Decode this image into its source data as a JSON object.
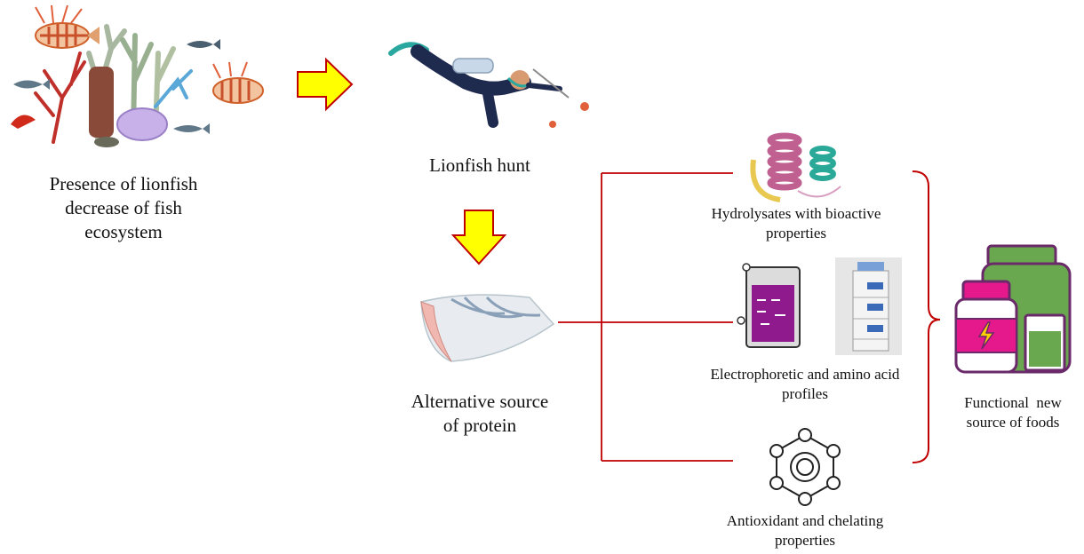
{
  "stages": {
    "ecosystem": {
      "line1": "Presence of lionfish",
      "line2": "decrease of fish",
      "line3": "ecosystem"
    },
    "hunt": {
      "label": "Lionfish hunt"
    },
    "protein": {
      "line1": "Alternative source",
      "line2": "of protein"
    }
  },
  "properties": {
    "hydrolysates": {
      "line1": "Hydrolysates with bioactive",
      "line2": "properties"
    },
    "electrophoretic": {
      "line1": "Electrophoretic and amino acid",
      "line2": "profiles"
    },
    "antioxidant": {
      "line1": "Antioxidant and chelating",
      "line2": "properties"
    }
  },
  "result": {
    "line1": "Functional  new",
    "line2": "source of foods"
  },
  "colors": {
    "arrow_fill": "#ffff00",
    "arrow_stroke": "#c00000",
    "connector": "#c00000",
    "supplement_green": "#6aa84f",
    "supplement_magenta": "#e6198c",
    "gel_purple": "#8e1a8e",
    "fish_red": "#e0603a",
    "diver_navy": "#1f2a4f"
  },
  "icons": [
    "lionfish-reef-illustration",
    "diver-icon",
    "fish-fillet-icon",
    "protein-ribbon-icon",
    "electrophoresis-gel-icon",
    "hplc-instrument-icon",
    "molecule-icon",
    "supplement-jars-icon"
  ]
}
